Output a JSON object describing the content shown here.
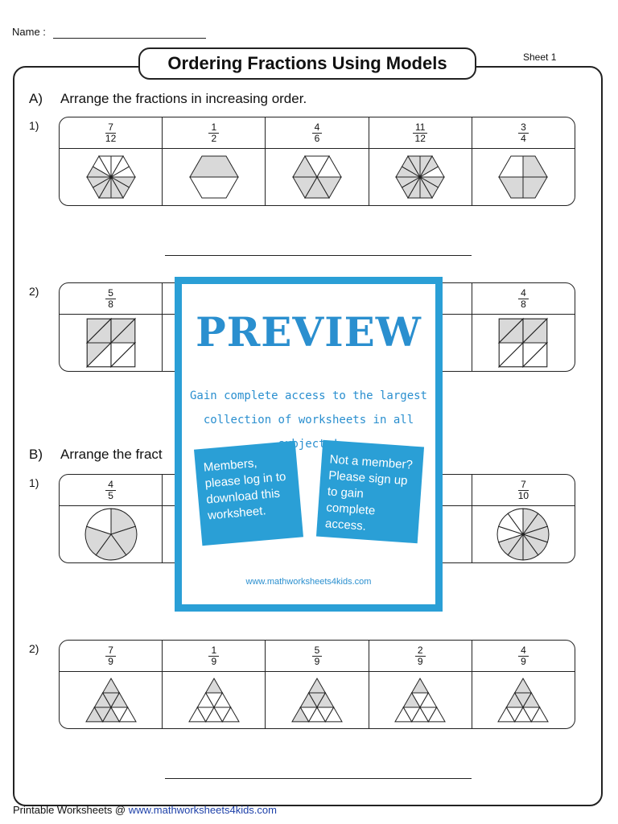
{
  "header": {
    "name_label": "Name :",
    "sheet_label": "Sheet 1",
    "title": "Ordering Fractions Using Models"
  },
  "sectionA": {
    "letter": "A)",
    "instruction": "Arrange the fractions in increasing order.",
    "q1": {
      "number": "1)",
      "fractions": [
        {
          "num": "7",
          "den": "12"
        },
        {
          "num": "1",
          "den": "2"
        },
        {
          "num": "4",
          "den": "6"
        },
        {
          "num": "11",
          "den": "12"
        },
        {
          "num": "3",
          "den": "4"
        }
      ],
      "model_icon": "hexagon-model-icon"
    },
    "q2": {
      "number": "2)",
      "fractions": [
        {
          "num": "5",
          "den": "8"
        },
        {
          "num": "4",
          "den": "8"
        }
      ],
      "model_icon": "square-model-icon"
    }
  },
  "sectionB": {
    "letter": "B)",
    "instruction": "Arrange the fract",
    "q1": {
      "number": "1)",
      "fractions": [
        {
          "num": "4",
          "den": "5"
        },
        {
          "num": "7",
          "den": "10"
        }
      ],
      "model_icon": "circle-model-icon"
    },
    "q2": {
      "number": "2)",
      "fractions": [
        {
          "num": "7",
          "den": "9"
        },
        {
          "num": "1",
          "den": "9"
        },
        {
          "num": "5",
          "den": "9"
        },
        {
          "num": "2",
          "den": "9"
        },
        {
          "num": "4",
          "den": "9"
        }
      ],
      "model_icon": "triangle-model-icon"
    }
  },
  "preview": {
    "title": "PREVIEW",
    "subtitle_line1": "Gain complete access to the largest",
    "subtitle_line2": "collection of worksheets in all subjects!",
    "members_text": "Members, please log in to download this worksheet.",
    "nonmembers_text": "Not a member? Please sign up to gain complete access.",
    "url": "www.mathworksheets4kids.com"
  },
  "footer": {
    "prefix": "Printable Worksheets @ ",
    "link": "www.mathworksheets4kids.com"
  },
  "colors": {
    "accent_blue": "#2a9fd6",
    "fill_gray": "#d9d9d9"
  }
}
